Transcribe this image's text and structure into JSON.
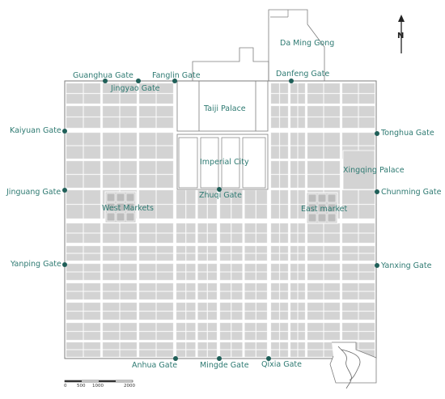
{
  "north_label": "N",
  "colors": {
    "block_fill": "#d3d3d3",
    "block_stroke": "#ffffff",
    "wall_stroke": "#7d7d7d",
    "label_color": "#2e7a72",
    "gate_dot": "#1f5f58"
  },
  "labels": {
    "da_ming_gong": "Da Ming Gong",
    "guanghua_gate": "Guanghua Gate",
    "jingyao_gate": "Jingyao Gate",
    "fanglin_gate": "Fanglin Gate",
    "danfeng_gate": "Danfeng Gate",
    "taiji_palace": "Taiji Palace",
    "kaiyuan_gate": "Kaiyuan Gate",
    "tonghua_gate": "Tonghua Gate",
    "imperial_city": "Imperial City",
    "xingqing_palace": "Xingqing Palace",
    "jinguang_gate": "Jinguang Gate",
    "zhuqi_gate": "Zhuqi Gate",
    "chunming_gate": "Chunming Gate",
    "west_markets": "West Markets",
    "east_market": "East market",
    "yanping_gate": "Yanping Gate",
    "yanxing_gate": "Yanxing Gate",
    "anhua_gate": "Anhua Gate",
    "mingde_gate": "Mingde Gate",
    "qixia_gate": "Qixia Gate"
  },
  "scale_bar": {
    "ticks": [
      "0",
      "500",
      "1000",
      "2000"
    ]
  }
}
